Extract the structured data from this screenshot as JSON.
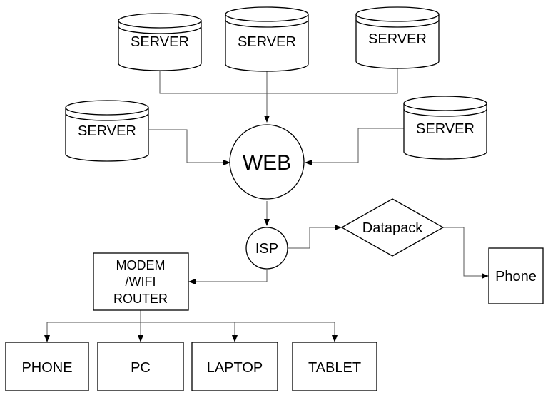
{
  "servers": [
    "SERVER",
    "SERVER",
    "SERVER",
    "SERVER",
    "SERVER"
  ],
  "web": "WEB",
  "isp": "ISP",
  "datapack": "Datapack",
  "phone_right": "Phone",
  "modem": [
    "MODEM",
    "/WIFI",
    "ROUTER"
  ],
  "devices": [
    "PHONE",
    "PC",
    "LAPTOP",
    "TABLET"
  ]
}
